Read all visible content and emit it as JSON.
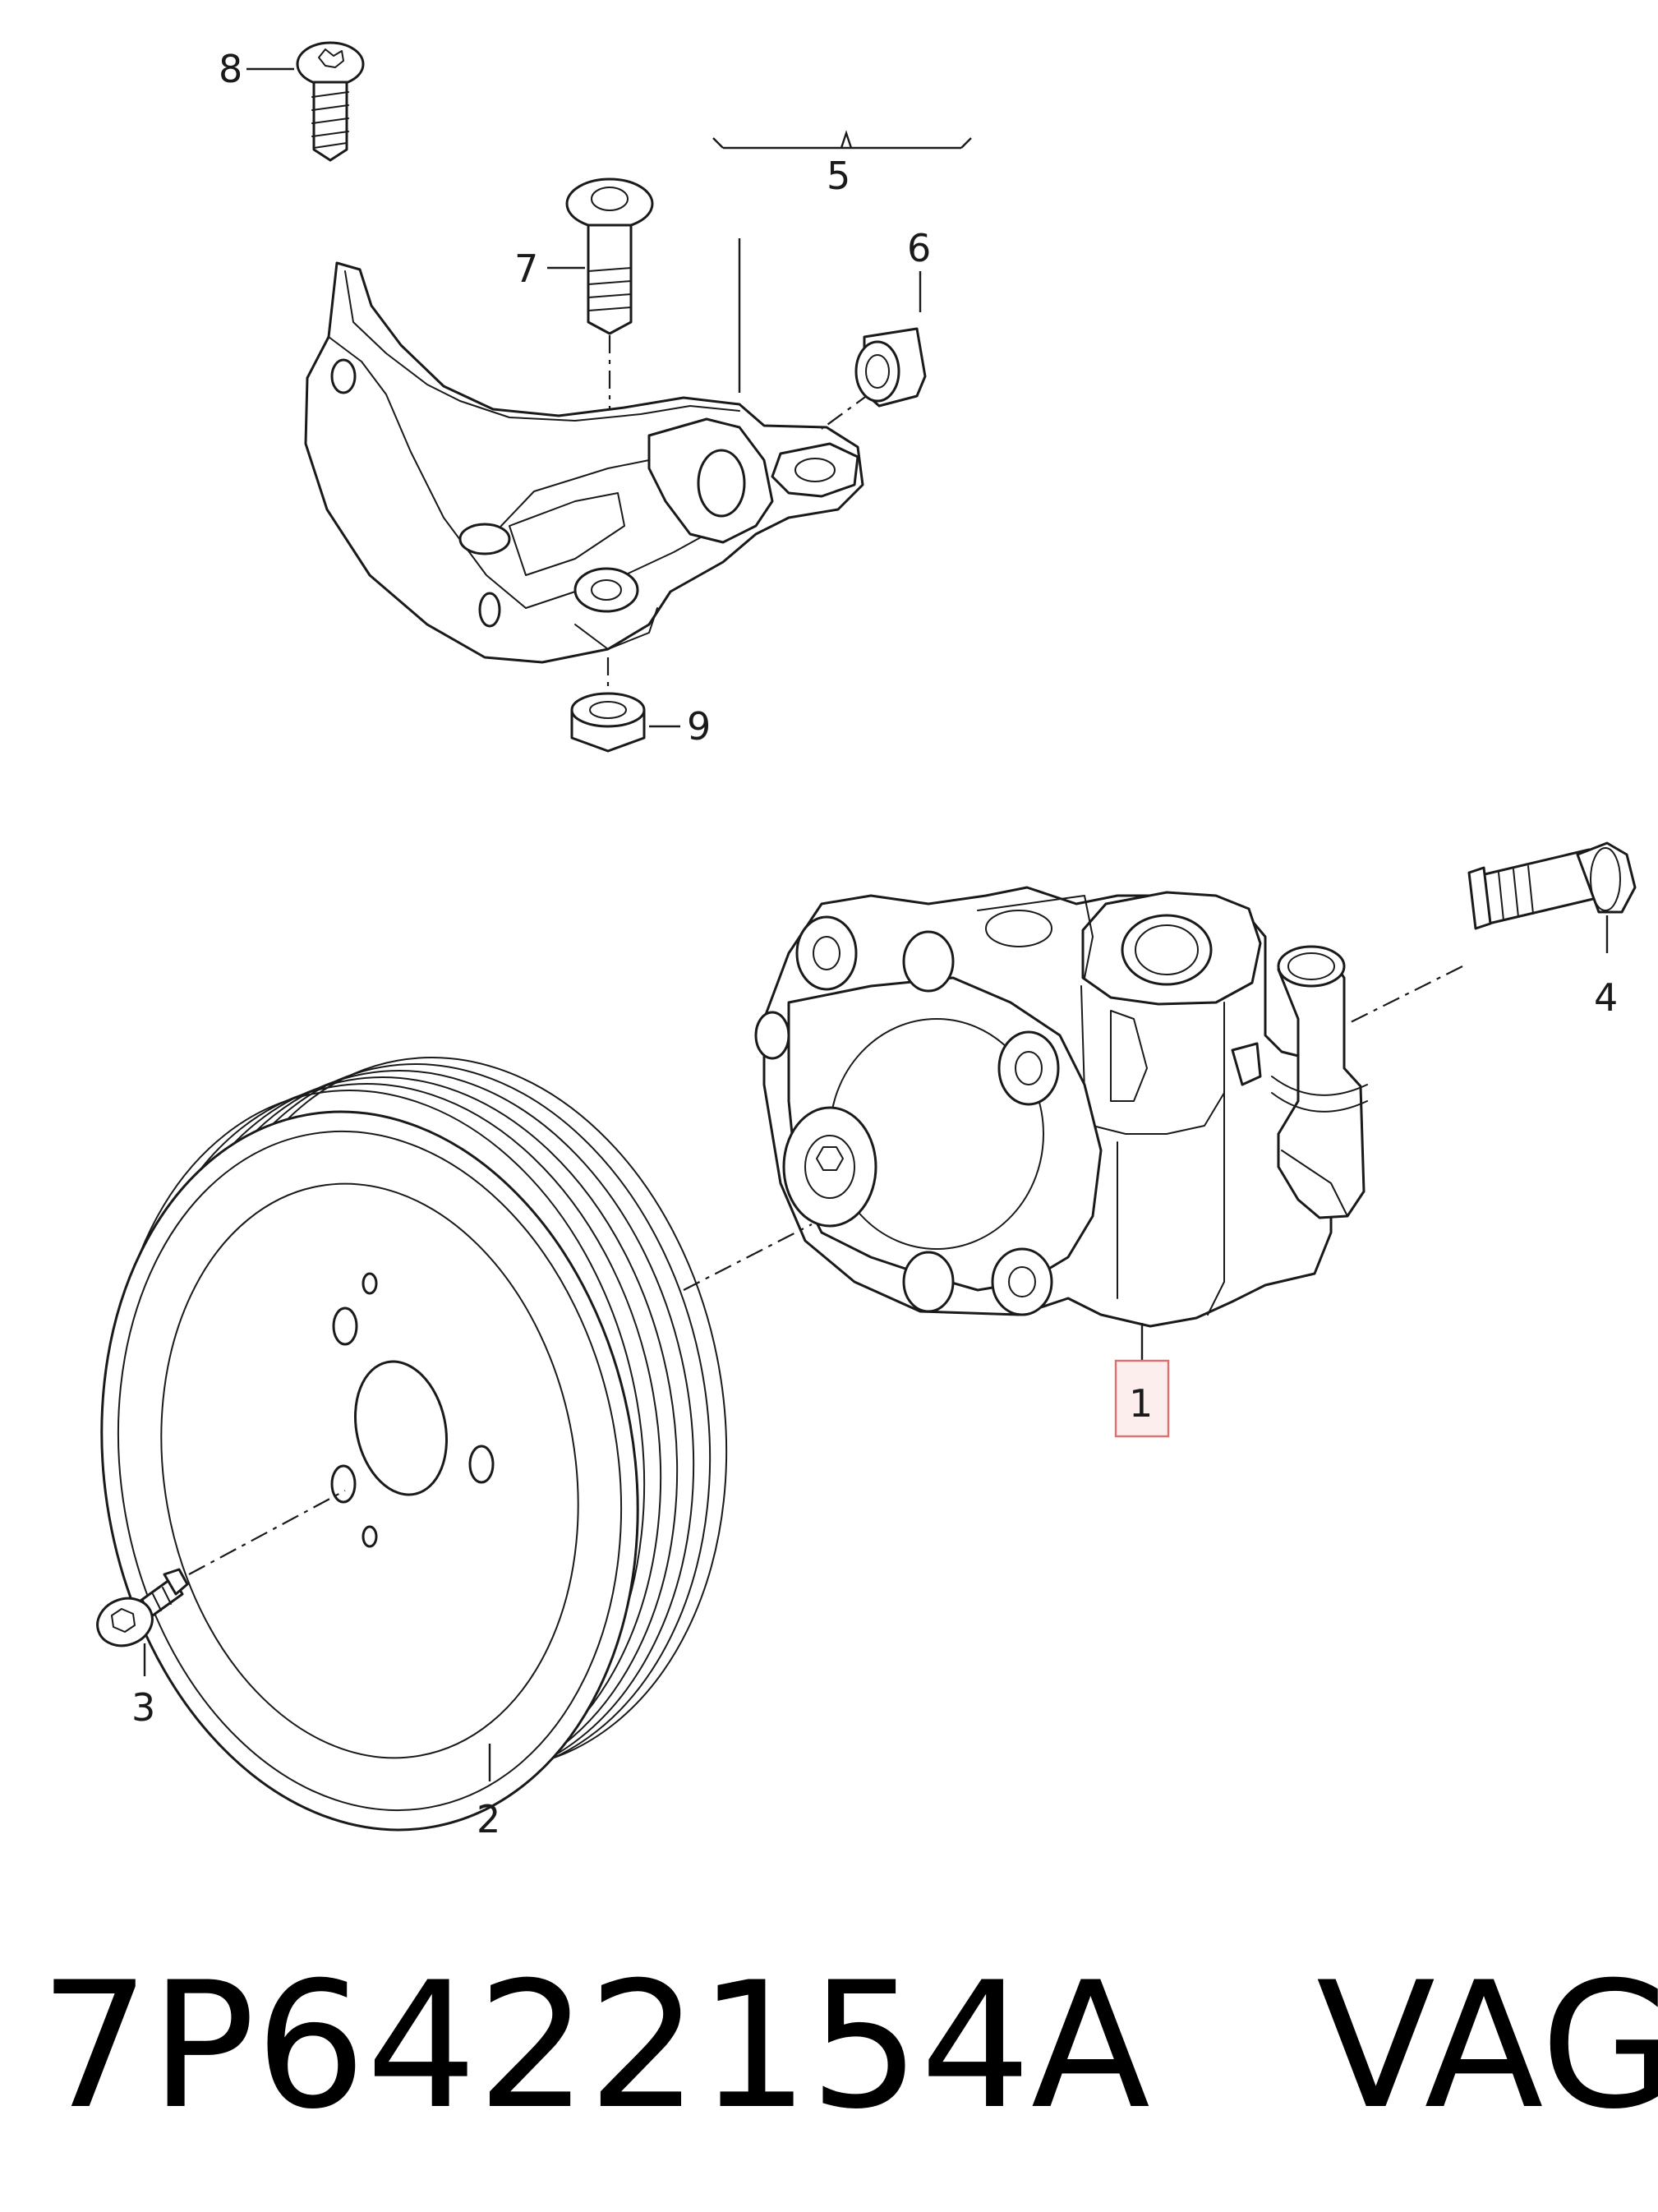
{
  "callouts": {
    "n1": "1",
    "n2": "2",
    "n3": "3",
    "n4": "4",
    "n5": "5",
    "n6": "6",
    "n7": "7",
    "n8": "8",
    "n9": "9"
  },
  "highlight_color": "#e07070",
  "footer": {
    "part_number": "7P6422154A",
    "brand": "VAG"
  }
}
